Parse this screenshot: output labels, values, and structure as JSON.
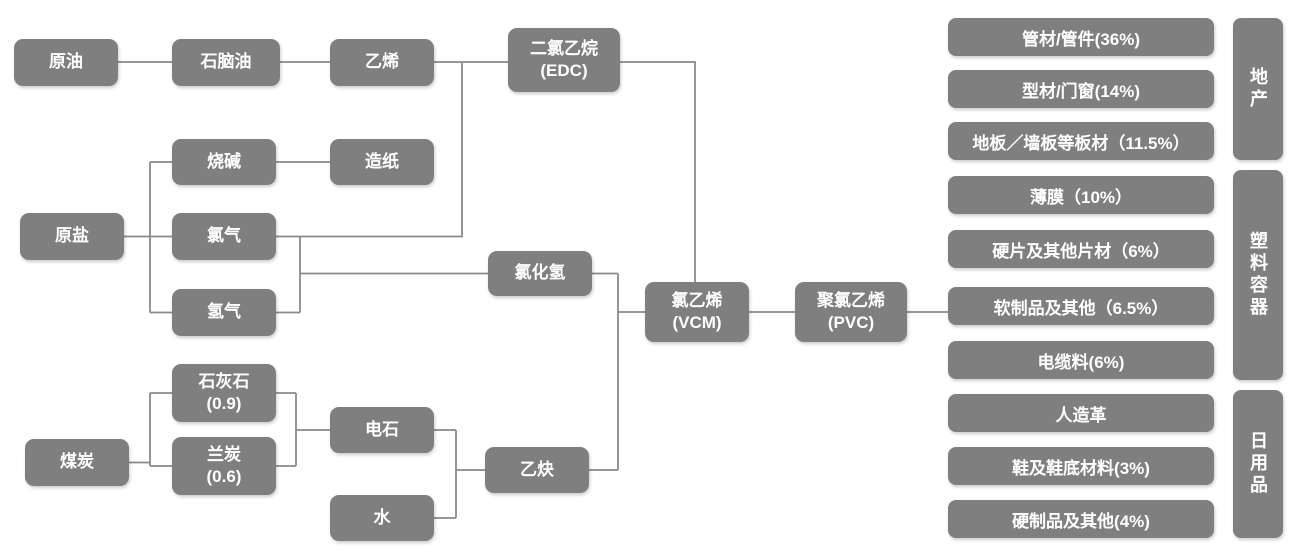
{
  "colors": {
    "box_fill": "#7f7f7f",
    "text": "#ffffff",
    "line": "#8a8a8a",
    "background": "#ffffff"
  },
  "nodes": {
    "crude_oil": {
      "label": "原油"
    },
    "naphtha": {
      "label": "石脑油"
    },
    "ethylene": {
      "label": "乙烯"
    },
    "edc": {
      "label": "二氯乙烷",
      "sub": "(EDC)"
    },
    "caustic_soda": {
      "label": "烧碱"
    },
    "papermaking": {
      "label": "造纸"
    },
    "raw_salt": {
      "label": "原盐"
    },
    "chlorine": {
      "label": "氯气"
    },
    "hydrogen": {
      "label": "氢气"
    },
    "hydrogen_chloride": {
      "label": "氯化氢"
    },
    "vcm": {
      "label": "氯乙烯",
      "sub": "(VCM)"
    },
    "pvc": {
      "label": "聚氯乙烯",
      "sub": "(PVC)"
    },
    "limestone": {
      "label": "石灰石",
      "sub": "(0.9)"
    },
    "semi_coke": {
      "label": "兰炭",
      "sub": "(0.6)"
    },
    "coal": {
      "label": "煤炭"
    },
    "calcium_carbide": {
      "label": "电石"
    },
    "water": {
      "label": "水"
    },
    "acetylene": {
      "label": "乙炔"
    }
  },
  "edges": [
    {
      "from": "crude_oil",
      "to": "naphtha"
    },
    {
      "from": "naphtha",
      "to": "ethylene"
    },
    {
      "from": "ethylene",
      "to": "edc"
    },
    {
      "from": "chlorine",
      "to": "edc"
    },
    {
      "from": "raw_salt",
      "to": "caustic_soda"
    },
    {
      "from": "raw_salt",
      "to": "chlorine"
    },
    {
      "from": "raw_salt",
      "to": "hydrogen"
    },
    {
      "from": "caustic_soda",
      "to": "papermaking"
    },
    {
      "from": "chlorine",
      "to": "hydrogen_chloride"
    },
    {
      "from": "hydrogen",
      "to": "hydrogen_chloride"
    },
    {
      "from": "edc",
      "to": "vcm"
    },
    {
      "from": "hydrogen_chloride",
      "to": "vcm"
    },
    {
      "from": "acetylene",
      "to": "vcm"
    },
    {
      "from": "coal",
      "to": "limestone"
    },
    {
      "from": "coal",
      "to": "semi_coke"
    },
    {
      "from": "limestone",
      "to": "calcium_carbide"
    },
    {
      "from": "semi_coke",
      "to": "calcium_carbide"
    },
    {
      "from": "calcium_carbide",
      "to": "acetylene"
    },
    {
      "from": "water",
      "to": "acetylene"
    },
    {
      "from": "vcm",
      "to": "pvc"
    },
    {
      "from": "pvc",
      "to": "applications"
    }
  ],
  "applications": [
    {
      "label": "管材/管件(36%)"
    },
    {
      "label": "型材/门窗(14%)"
    },
    {
      "label": "地板／墙板等板材（11.5%）"
    },
    {
      "label": "薄膜（10%）"
    },
    {
      "label": "硬片及其他片材（6%）"
    },
    {
      "label": "软制品及其他（6.5%）"
    },
    {
      "label": "电缆料(6%)"
    },
    {
      "label": "人造革"
    },
    {
      "label": "鞋及鞋底材料(3%)"
    },
    {
      "label": "硬制品及其他(4%)"
    }
  ],
  "categories": [
    {
      "label": "地产"
    },
    {
      "label": "塑料容器"
    },
    {
      "label": "日用品"
    }
  ]
}
